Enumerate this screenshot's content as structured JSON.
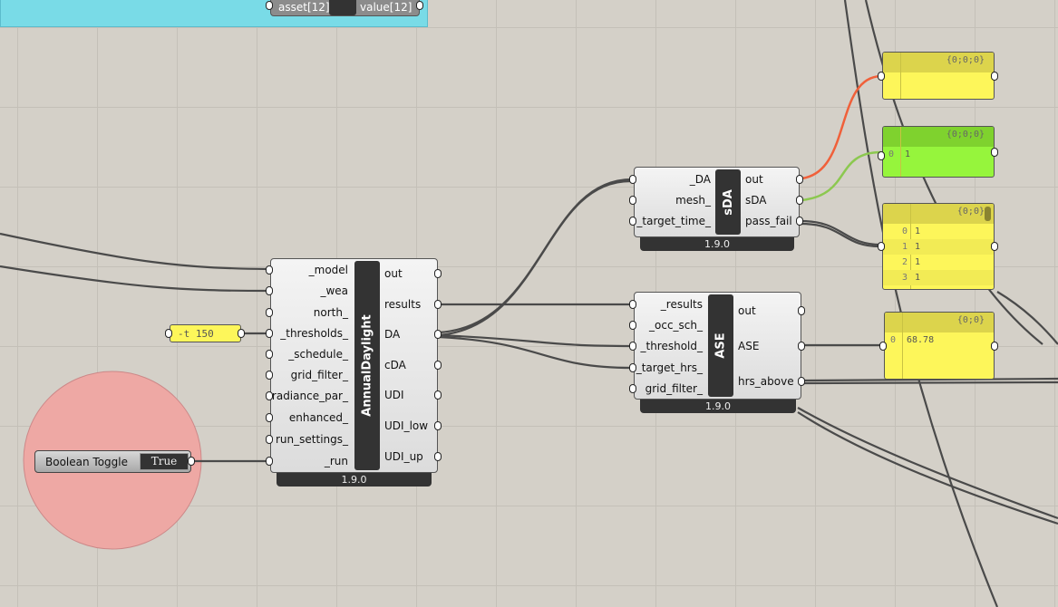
{
  "top_component": {
    "input": "asset[12]",
    "output": "value[12]"
  },
  "annual_daylight": {
    "name": "AnnualDaylight",
    "version": "1.9.0",
    "inputs": [
      "_model",
      "_wea",
      "north_",
      "_thresholds_",
      "_schedule_",
      "grid_filter_",
      "radiance_par_",
      "enhanced_",
      "run_settings_",
      "_run"
    ],
    "outputs": [
      "out",
      "results",
      "DA",
      "cDA",
      "UDI",
      "UDI_low",
      "UDI_up"
    ]
  },
  "sda": {
    "name": "sDA",
    "version": "1.9.0",
    "inputs": [
      "_DA",
      "mesh_",
      "_target_time_"
    ],
    "outputs": [
      "out",
      "sDA",
      "pass_fail"
    ]
  },
  "ase": {
    "name": "ASE",
    "version": "1.9.0",
    "inputs": [
      "_results",
      "_occ_sch_",
      "_threshold_",
      "_target_hrs_",
      "grid_filter_"
    ],
    "outputs": [
      "out",
      "ASE",
      "hrs_above"
    ]
  },
  "thresholds_panel": {
    "text": "-t 150"
  },
  "boolean_toggle": {
    "label": "Boolean Toggle",
    "value": "True"
  },
  "panels": [
    {
      "header": "{0;0;0}",
      "rows": []
    },
    {
      "header": "{0;0;0}",
      "rows": [
        {
          "i": "0",
          "v": "1"
        }
      ]
    },
    {
      "header": "{0;0}",
      "rows": [
        {
          "i": "0",
          "v": "1"
        },
        {
          "i": "1",
          "v": "1"
        },
        {
          "i": "2",
          "v": "1"
        },
        {
          "i": "3",
          "v": "1"
        }
      ]
    },
    {
      "header": "{0;0}",
      "rows": [
        {
          "i": "0",
          "v": "68.78"
        }
      ]
    }
  ],
  "colors": {
    "wire": "#4a4a4a",
    "wire_red": "#f0603a",
    "wire_green": "#8cc850",
    "panel": "#fdf65a",
    "panel_green": "#96f53c",
    "group": "#79dbe7",
    "toggle_circle": "#eea8a4"
  }
}
